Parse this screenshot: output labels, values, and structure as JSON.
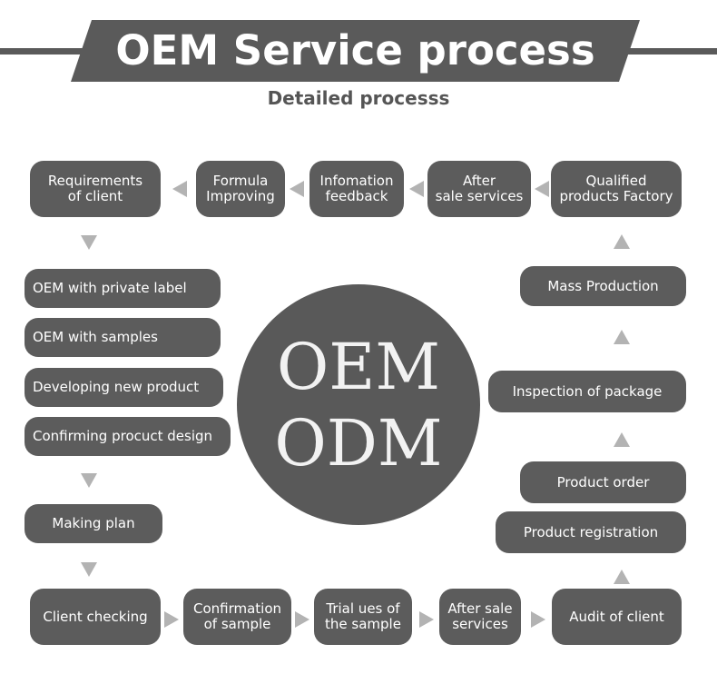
{
  "header": {
    "title": "OEM Service process",
    "subtitle": "Detailed processs"
  },
  "center": {
    "line1": "OEM",
    "line2": "ODM"
  },
  "top_row": [
    "Requirements\nof client",
    "Formula\nImproving",
    "Infomation\nfeedback",
    "After\nsale services",
    "Qualified\nproducts Factory"
  ],
  "left_column": [
    "OEM with private label",
    "OEM with samples",
    "Developing new product",
    "Confirming procuct design",
    "Making plan"
  ],
  "bottom_row": [
    "Client checking",
    "Confirmation\nof sample",
    "Trial ues of\nthe sample",
    "After sale\nservices",
    "Audit of client"
  ],
  "right_column": [
    "Mass Production",
    "Inspection of package",
    "Product order",
    "Product registration"
  ],
  "colors": {
    "box": "#5c5c5c",
    "arrow": "#b3b3b3",
    "text": "#ffffff"
  }
}
